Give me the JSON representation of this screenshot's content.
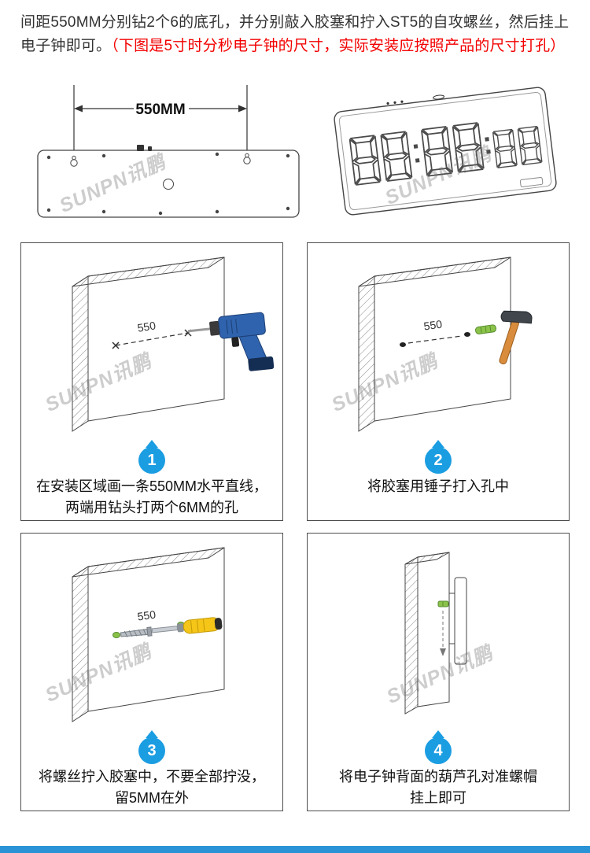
{
  "intro": {
    "line1": "间距550MM分别钻2个6的底孔，并分别敲入胶塞和拧入ST5的自攻螺丝，然后挂上",
    "line2_black": "电子钟即可。",
    "line2_red": "（下图是5寸时分秒电子钟的尺寸，实际安装应按照产品的尺寸打孔）"
  },
  "watermark": "SUNPN讯鹏",
  "dimension_diagram": {
    "spacing_label": "550MM"
  },
  "steps": [
    {
      "number": "1",
      "dim_label": "550",
      "caption": "在安装区域画一条550MM水平直线，\n两端用钻头打两个6MM的孔"
    },
    {
      "number": "2",
      "dim_label": "550",
      "caption": "将胶塞用锤子打入孔中"
    },
    {
      "number": "3",
      "dim_label": "550",
      "caption": "将螺丝拧入胶塞中，不要全部拧没，\n留5MM在外"
    },
    {
      "number": "4",
      "caption": "将电子钟背面的葫芦孔对准螺帽\n挂上即可"
    }
  ],
  "colors": {
    "badge_blue": "#1b9de2",
    "accent_red": "#f30000",
    "bottom_bar_blue": "#2a93d5"
  }
}
